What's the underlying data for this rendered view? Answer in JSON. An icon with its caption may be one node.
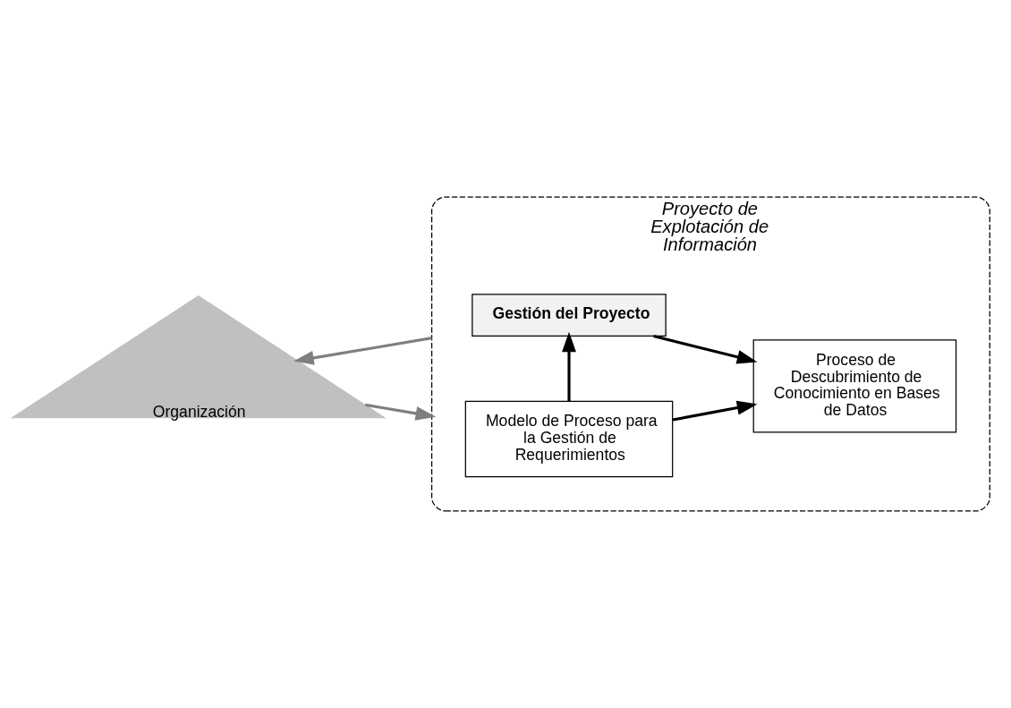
{
  "diagram": {
    "nodes": [
      {
        "text": [
          "Proyecto de Explotación de Información"
        ]
      },
      {
        "text": [
          "Modelo de Proceso para la Gestión de Requerimientos"
        ],
        "in": 0
      },
      {
        "text": [
          "Proceso de Descubrimiento de Conocimiento en Bases de Datos"
        ],
        "in": 0
      },
      {
        "text": [
          "Gestión del Proyecto"
        ],
        "in": 0
      },
      {
        "text": [
          "Organización"
        ]
      }
    ],
    "edges": [
      {
        "from": 1,
        "to": 2,
        "arrow": "to"
      },
      {
        "from": 1,
        "to": 3,
        "arrow": "to"
      },
      {
        "from": 3,
        "to": 2,
        "arrow": "to"
      },
      {
        "from": 4,
        "to": 0,
        "arrow": "to",
        "color": "#7f7f7f"
      },
      {
        "from": 0,
        "to": 4,
        "arrow": "to",
        "color": "#7f7f7f"
      }
    ]
  }
}
